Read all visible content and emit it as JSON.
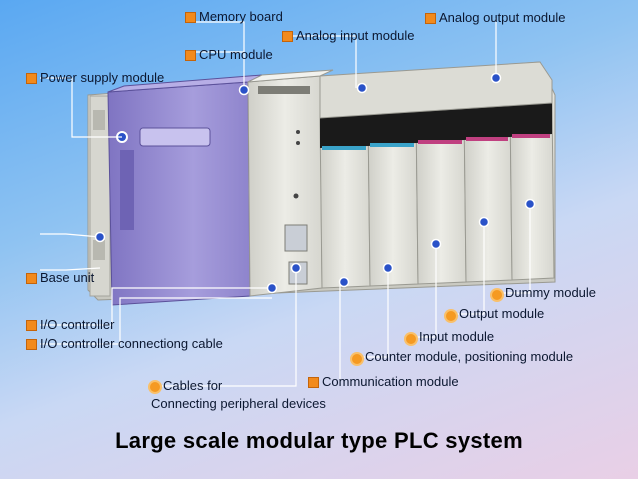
{
  "title": "Large scale modular type PLC system",
  "labels": {
    "memory_board": "Memory board",
    "cpu_module": "CPU module",
    "analog_input_module": "Analog input module",
    "analog_output_module": "Analog output module",
    "power_supply_module": "Power supply module",
    "base_unit": "Base unit",
    "io_controller": "I/O controller",
    "io_controller_cable": "I/O controller connectiong cable",
    "cables_line1": "Cables for",
    "cables_line2": "Connecting peripheral devices",
    "communication_module": "Communication module",
    "counter_module": "Counter module, positioning module",
    "input_module": "Input module",
    "output_module": "Output module",
    "dummy_module": "Dummy  module"
  },
  "colors": {
    "bullet": "#f28a1c",
    "leader_line": "#ffffff",
    "leader_dot": "#2a52c8",
    "power_module": "#9a8fd0",
    "module_body": "#e4e4de"
  },
  "icons": {
    "bullet": "orange-square-bullet-icon"
  }
}
